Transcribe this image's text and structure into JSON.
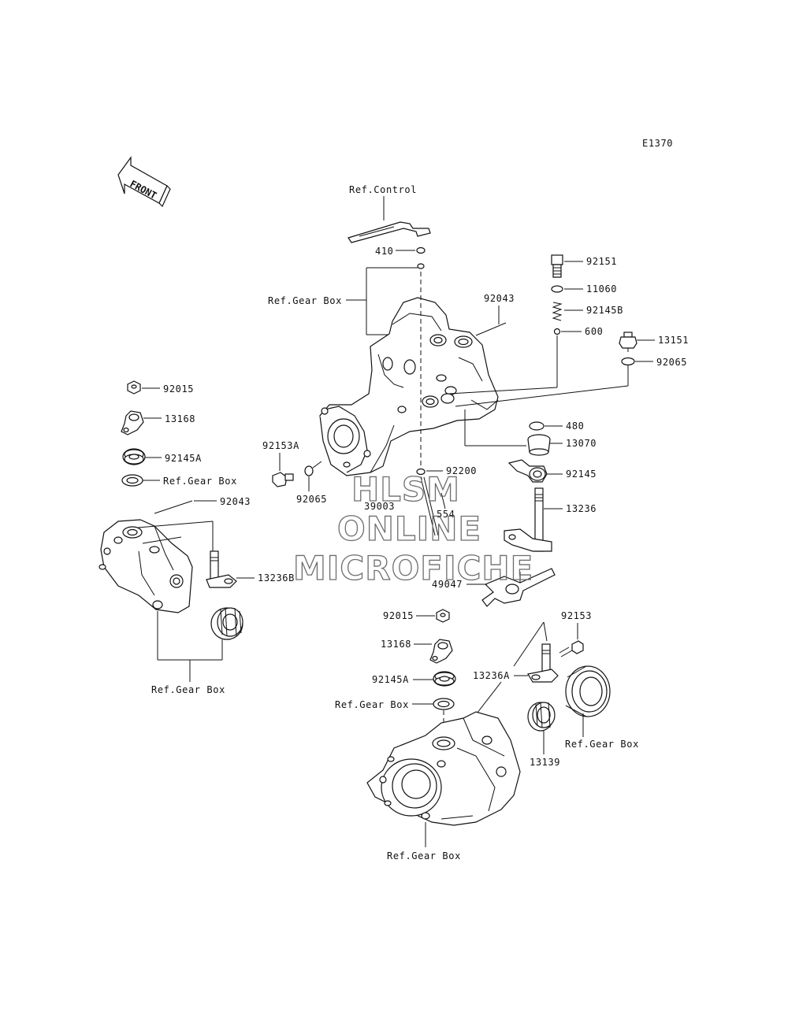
{
  "diagram_code": "E1370",
  "front_label": "FRONT",
  "watermark": {
    "line1": "HLSM",
    "line2": "ONLINE",
    "line3": "MICROFICHE"
  },
  "labels": {
    "ref_control": "Ref.Control",
    "p410": "410",
    "ref_gear_box_top": "Ref.Gear Box",
    "p92043_top": "92043",
    "p92151": "92151",
    "p11060": "11060",
    "p92145b": "92145B",
    "p600": "600",
    "p13151": "13151",
    "p92065_right": "92065",
    "p480": "480",
    "p13070": "13070",
    "p92145": "92145",
    "p13236": "13236",
    "p49047": "49047",
    "p92200": "92200",
    "p39003": "39003",
    "p554": "554",
    "p92153a": "92153A",
    "p92065_left": "92065",
    "p92015_left": "92015",
    "p13168_left": "13168",
    "p92145a_left": "92145A",
    "ref_gear_box_left_seal": "Ref.Gear Box",
    "p92043_left": "92043",
    "p13236b": "13236B",
    "ref_gear_box_left_bottom": "Ref.Gear Box",
    "p92015_bottom": "92015",
    "p13168_bottom": "13168",
    "p92145a_bottom": "92145A",
    "ref_gear_box_bottom_seal": "Ref.Gear Box",
    "p92153": "92153",
    "p13236a": "13236A",
    "ref_gear_box_right_bearing": "Ref.Gear Box",
    "p13139": "13139",
    "ref_gear_box_bottom": "Ref.Gear Box"
  }
}
